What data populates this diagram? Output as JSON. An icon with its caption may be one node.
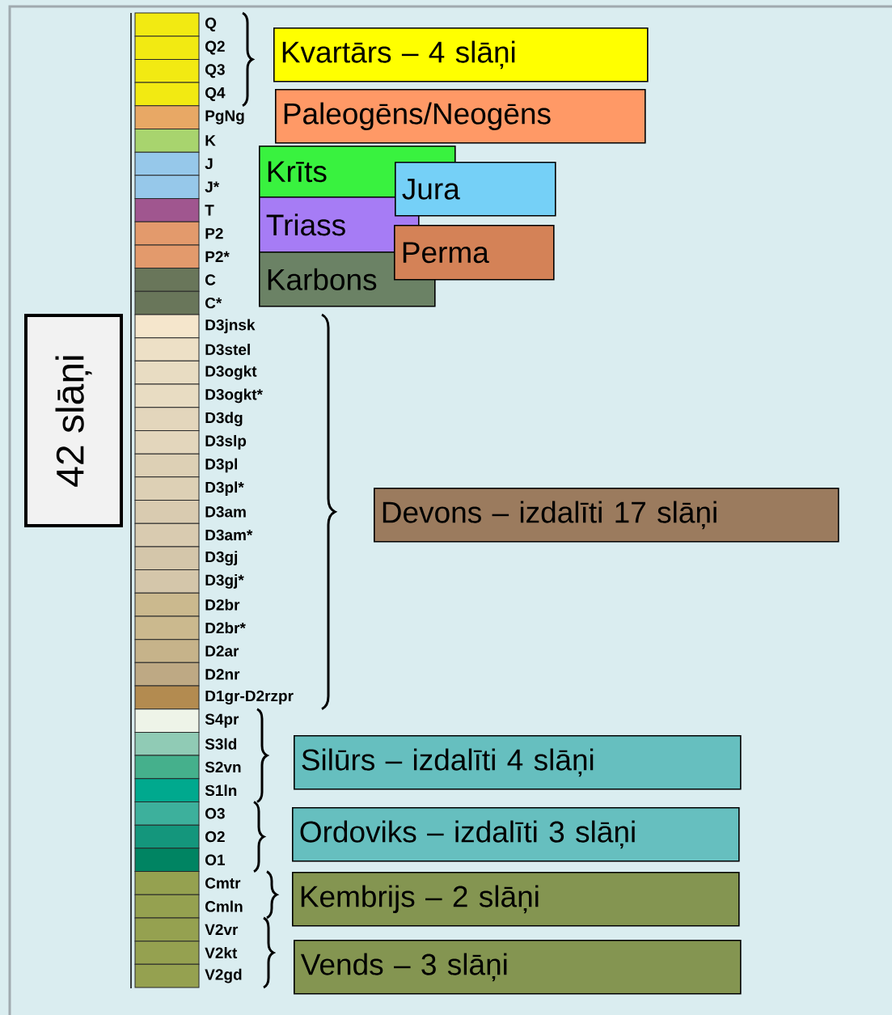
{
  "diagram": {
    "nodes": [
      {
        "text": [
          "42 slāņi"
        ]
      },
      {
        "text": [
          "Kvartārs – 4 slāņi"
        ]
      },
      {
        "text": [
          "Paleogēns/Neogēns"
        ]
      },
      {
        "text": [
          "Krīts"
        ]
      },
      {
        "text": [
          "Triass"
        ]
      },
      {
        "text": [
          "Karbons"
        ]
      },
      {
        "text": [
          "Jura"
        ]
      },
      {
        "text": [
          "Perma"
        ]
      },
      {
        "text": [
          "Devons – izdalīti 17 slāņi"
        ]
      },
      {
        "text": [
          "Silūrs – izdalīti 4 slāņi"
        ]
      },
      {
        "text": [
          "Ordoviks – izdalīti 3 slāņi"
        ]
      },
      {
        "text": [
          "Kembrijs – 2 slāņi"
        ]
      },
      {
        "text": [
          "Vends – 3 slāņi"
        ]
      }
    ],
    "labels": [
      "Q",
      "Q2",
      "Q3",
      "Q4",
      "PgNg",
      "K",
      "J",
      "J*",
      "T",
      "P2",
      "P2*",
      "C",
      "C*",
      "D3jnsk",
      "D3stel",
      "D3ogkt",
      "D3ogkt*",
      "D3dg",
      "D3slp",
      "D3pl",
      "D3pl*",
      "D3am",
      "D3am*",
      "D3gj",
      "D3gj*",
      "D2br",
      "D2br*",
      "D2ar",
      "D2nr",
      "D1gr-D2rzpr",
      "S4pr",
      "S3ld",
      "S2vn",
      "S1ln",
      "O3",
      "O2",
      "O1",
      "Cmtr",
      "Cmln",
      "V2vr",
      "V2kt",
      "V2gd"
    ]
  }
}
